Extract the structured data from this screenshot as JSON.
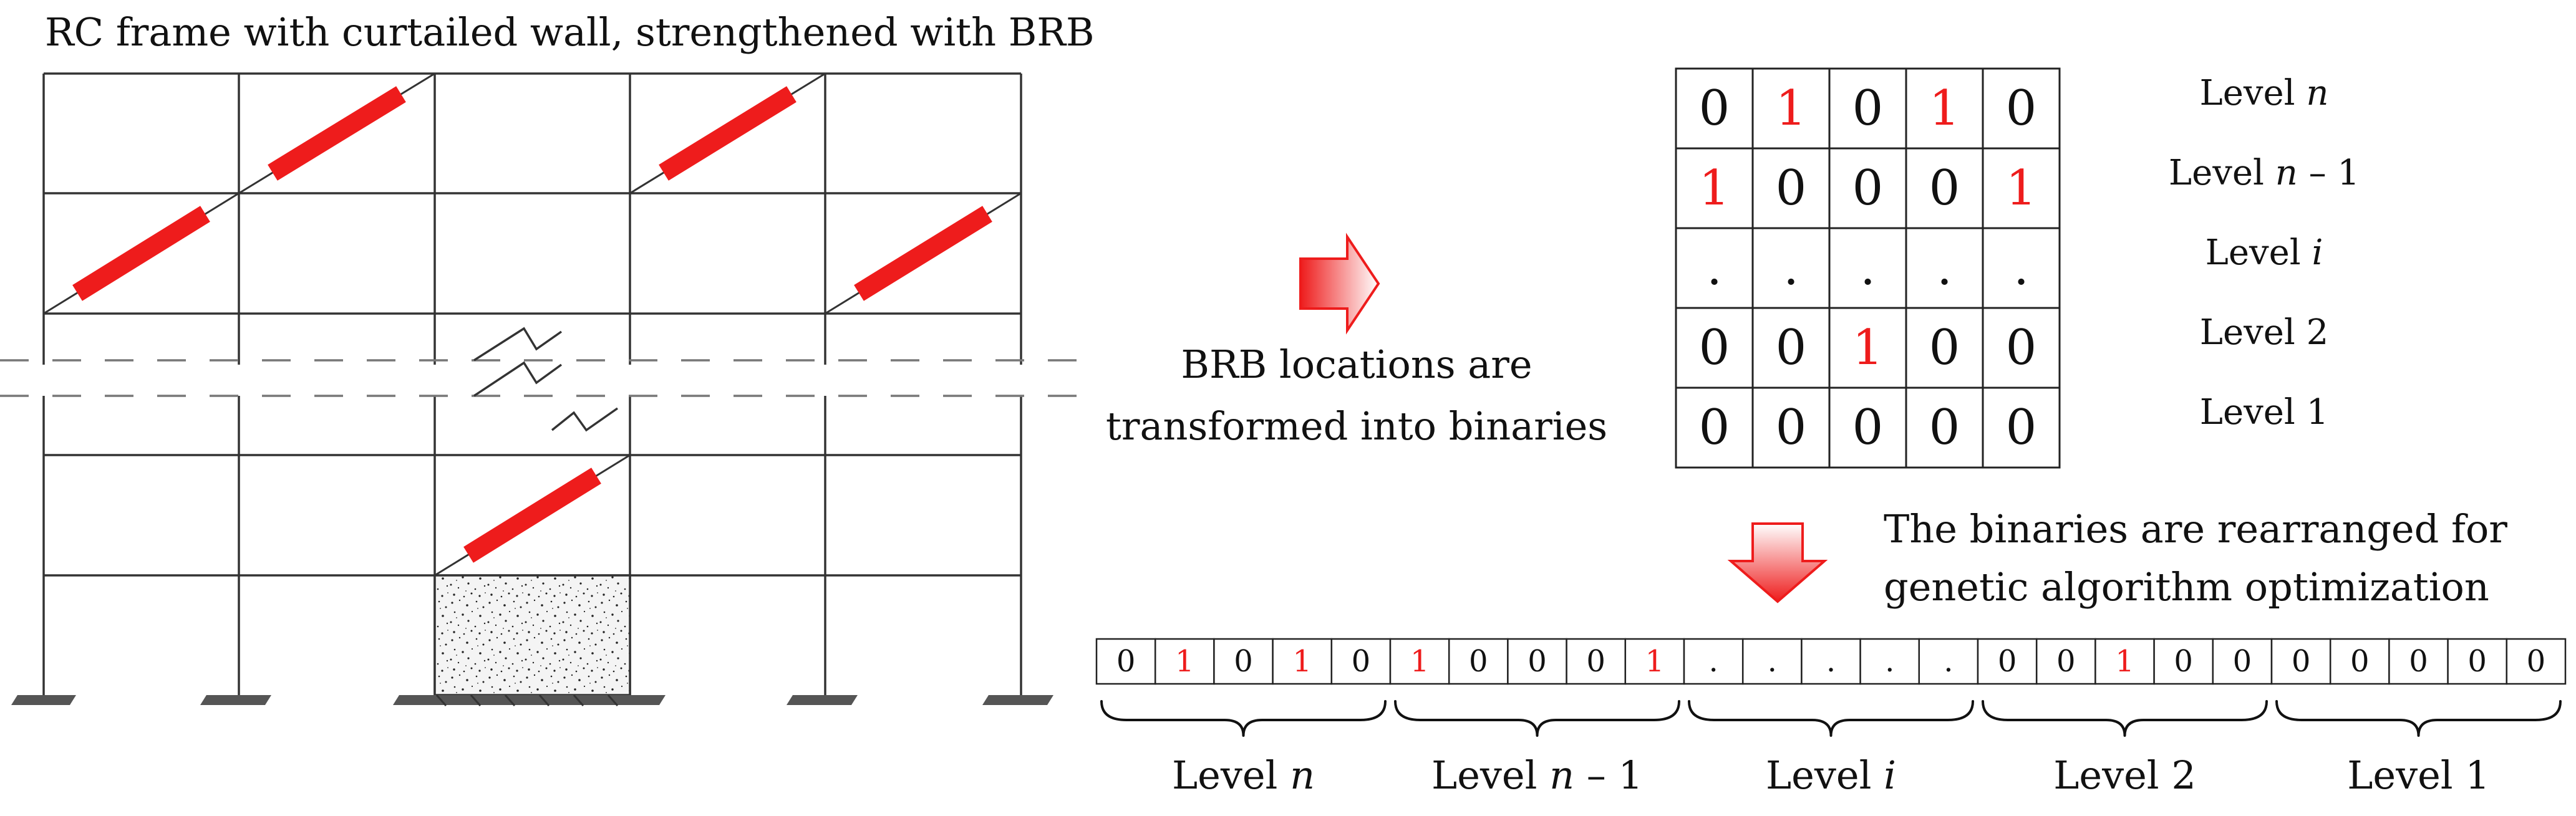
{
  "frame": {
    "title": "RC frame with curtailed wall, strengthened with BRB",
    "brace_color": "#ee1c1c",
    "wall_fill": "#f4f4f4"
  },
  "arrow_caption": {
    "line1": "BRB locations are",
    "line2": "transformed into binaries",
    "arrow_color": "#ee1c1c"
  },
  "matrix": {
    "rows": [
      {
        "label": "Level",
        "label_var": "n",
        "label_suffix": "",
        "cells": [
          "0",
          "1",
          "0",
          "1",
          "0"
        ]
      },
      {
        "label": "Level",
        "label_var": "n",
        "label_suffix": " – 1",
        "cells": [
          "1",
          "0",
          "0",
          "0",
          "1"
        ]
      },
      {
        "label": "Level",
        "label_var": "i",
        "label_suffix": "",
        "cells": [
          ".",
          ".",
          ".",
          ".",
          "."
        ]
      },
      {
        "label": "Level 2",
        "label_var": "",
        "label_suffix": "",
        "cells": [
          "0",
          "0",
          "1",
          "0",
          "0"
        ]
      },
      {
        "label": "Level 1",
        "label_var": "",
        "label_suffix": "",
        "cells": [
          "0",
          "0",
          "0",
          "0",
          "0"
        ]
      }
    ]
  },
  "rearrange_caption": {
    "line1": "The binaries are rearranged for",
    "line2": "genetic algorithm optimization"
  },
  "sequence": {
    "cells": [
      "0",
      "1",
      "0",
      "1",
      "0",
      "1",
      "0",
      "0",
      "0",
      "1",
      ".",
      ".",
      ".",
      ".",
      ".",
      "0",
      "0",
      "1",
      "0",
      "0",
      "0",
      "0",
      "0",
      "0",
      "0"
    ],
    "groups": [
      {
        "label": "Level",
        "var": "n",
        "suffix": ""
      },
      {
        "label": "Level",
        "var": "n",
        "suffix": " – 1"
      },
      {
        "label": "Level",
        "var": "i",
        "suffix": ""
      },
      {
        "label": "Level 2",
        "var": "",
        "suffix": ""
      },
      {
        "label": "Level 1",
        "var": "",
        "suffix": ""
      }
    ]
  },
  "colors": {
    "highlight": "#ee1c1c",
    "text": "#111111"
  }
}
